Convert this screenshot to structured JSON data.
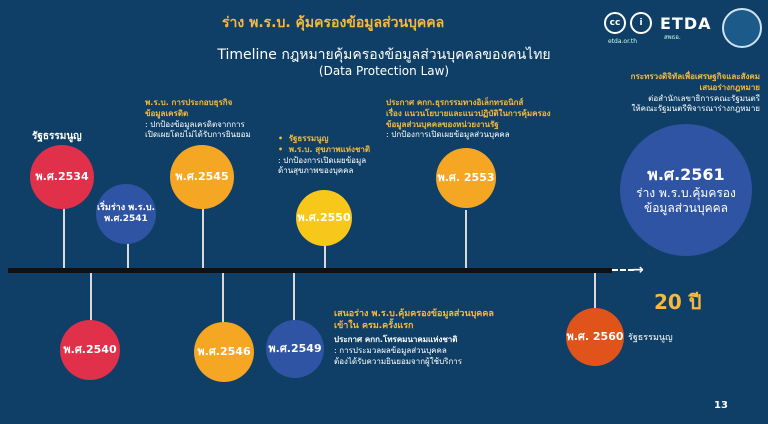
{
  "header": {
    "title": "ร่าง พ.ร.บ. คุ้มครองข้อมูลส่วนบุคคล",
    "main_title": "Timeline กฎหมายคุ้มครองข้อมูลส่วนบุคคลของคนไทย",
    "sub_title": "(Data Protection Law)"
  },
  "logos": {
    "cc": "cc",
    "person": "i",
    "etda": "ETDA",
    "etda_sub": "สพธอ.",
    "site": "etda.or.th"
  },
  "timeline": {
    "duration": "20 ปี",
    "arrow": "→",
    "events": {
      "e2534": {
        "year": "พ.ศ.2534",
        "label": "รัฐธรรมนูญ"
      },
      "e2540": {
        "year": "พ.ศ.2540"
      },
      "e2541": {
        "line1": "เริ่มร่าง พ.ร.บ.",
        "line2": "พ.ศ.2541"
      },
      "e2545": {
        "year": "พ.ศ.2545",
        "h1": "พ.ร.บ. การประกอบธุรกิจ",
        "h2": "ข้อมูลเครดิต",
        "t1": ": ปกป้องข้อมูลเครดิตจากการ",
        "t2": "เปิดเผยโดยไม่ได้รับการยินยอม"
      },
      "e2546": {
        "year": "พ.ศ.2546"
      },
      "e2549": {
        "year": "พ.ศ.2549"
      },
      "e2550": {
        "year": "พ.ศ.2550",
        "h1": "รัฐธรรมนูญ",
        "h2": "พ.ร.บ. สุขภาพแห่งชาติ",
        "t1": ": ปกป้องการเปิดเผยข้อมูล",
        "t2": "ด้านสุขภาพของบุคคล"
      },
      "e2553": {
        "year": "พ.ศ. 2553",
        "h1": "ประกาศ คกก.ธุรกรรมทางอิเล็กทรอนิกส์",
        "h2": "เรื่อง แนวนโยบายและแนวปฏิบัติในการคุ้มครอง",
        "h3": "ข้อมูลส่วนบุคคลของหน่วยงานรัฐ",
        "t1": ": ปกป้องการเปิดเผยข้อมูลส่วนบุคคล"
      },
      "e2560": {
        "year": "พ.ศ. 2560",
        "label": "รัฐธรรมนูญ"
      },
      "e2561": {
        "line1": "พ.ศ.2561",
        "line2": "ร่าง พ.ร.บ.คุ้มครอง",
        "line3": "ข้อมูลส่วนบุคคล",
        "h1": "กระทรวงดิจิทัลเพื่อเศรษฐกิจและสังคม",
        "h2": "เสนอร่างกฎหมาย",
        "t1": "ต่อสำนักเลขาธิการคณะรัฐมนตรี",
        "t2": "ให้คณะรัฐมนตรีพิจารณาร่างกฎหมาย"
      }
    },
    "bottom_note": {
      "h1": "เสนอร่าง พ.ร.บ.คุ้มครองข้อมูลส่วนบุคคล",
      "h2": "เข้าใน ครม.ครั้งแรก",
      "w1": "ประกาศ คกก.โทรคมนาคมแห่งชาติ",
      "t1": ": การประมวลผลข้อมูลส่วนบุคคล",
      "t2": "ต้องได้รับความยินยอมจากผู้ใช้บริการ"
    }
  },
  "page_number": "13",
  "colors": {
    "background": "#0f3f66",
    "accent": "#f6b93b",
    "red": "#e0304a",
    "orange": "#f5a623",
    "yellow": "#f7c81a",
    "blue": "#2e54a3",
    "dark_orange": "#e0541b"
  }
}
